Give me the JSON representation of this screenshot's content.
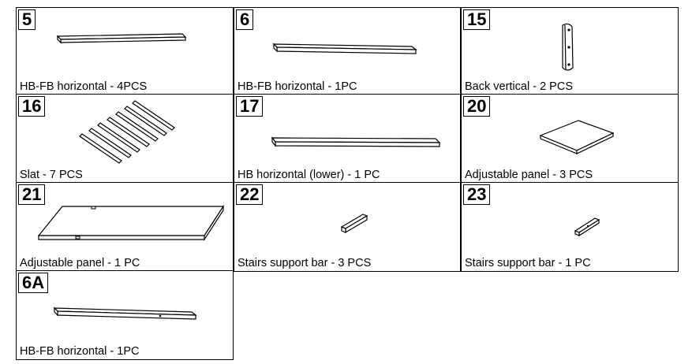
{
  "parts": [
    {
      "number": "5",
      "label": "HB-FB horizontal - 4PCS",
      "icon": "long-board-icon"
    },
    {
      "number": "6",
      "label": "HB-FB horizontal - 1PC",
      "icon": "long-board-icon"
    },
    {
      "number": "15",
      "label": "Back vertical - 2 PCS",
      "icon": "short-bar-icon"
    },
    {
      "number": "16",
      "label": "Slat - 7 PCS",
      "icon": "slats-icon"
    },
    {
      "number": "17",
      "label": "HB horizontal (lower) - 1 PC",
      "icon": "long-board-icon"
    },
    {
      "number": "20",
      "label": "Adjustable panel - 3 PCS",
      "icon": "square-panel-icon"
    },
    {
      "number": "21",
      "label": "Adjustable panel - 1 PC",
      "icon": "large-panel-icon"
    },
    {
      "number": "22",
      "label": "Stairs support bar - 3 PCS",
      "icon": "support-bar-icon"
    },
    {
      "number": "23",
      "label": "Stairs support bar - 1 PC",
      "icon": "support-bar-icon"
    },
    {
      "number": "6A",
      "label": "HB-FB horizontal - 1PC",
      "icon": "long-board-icon"
    }
  ]
}
